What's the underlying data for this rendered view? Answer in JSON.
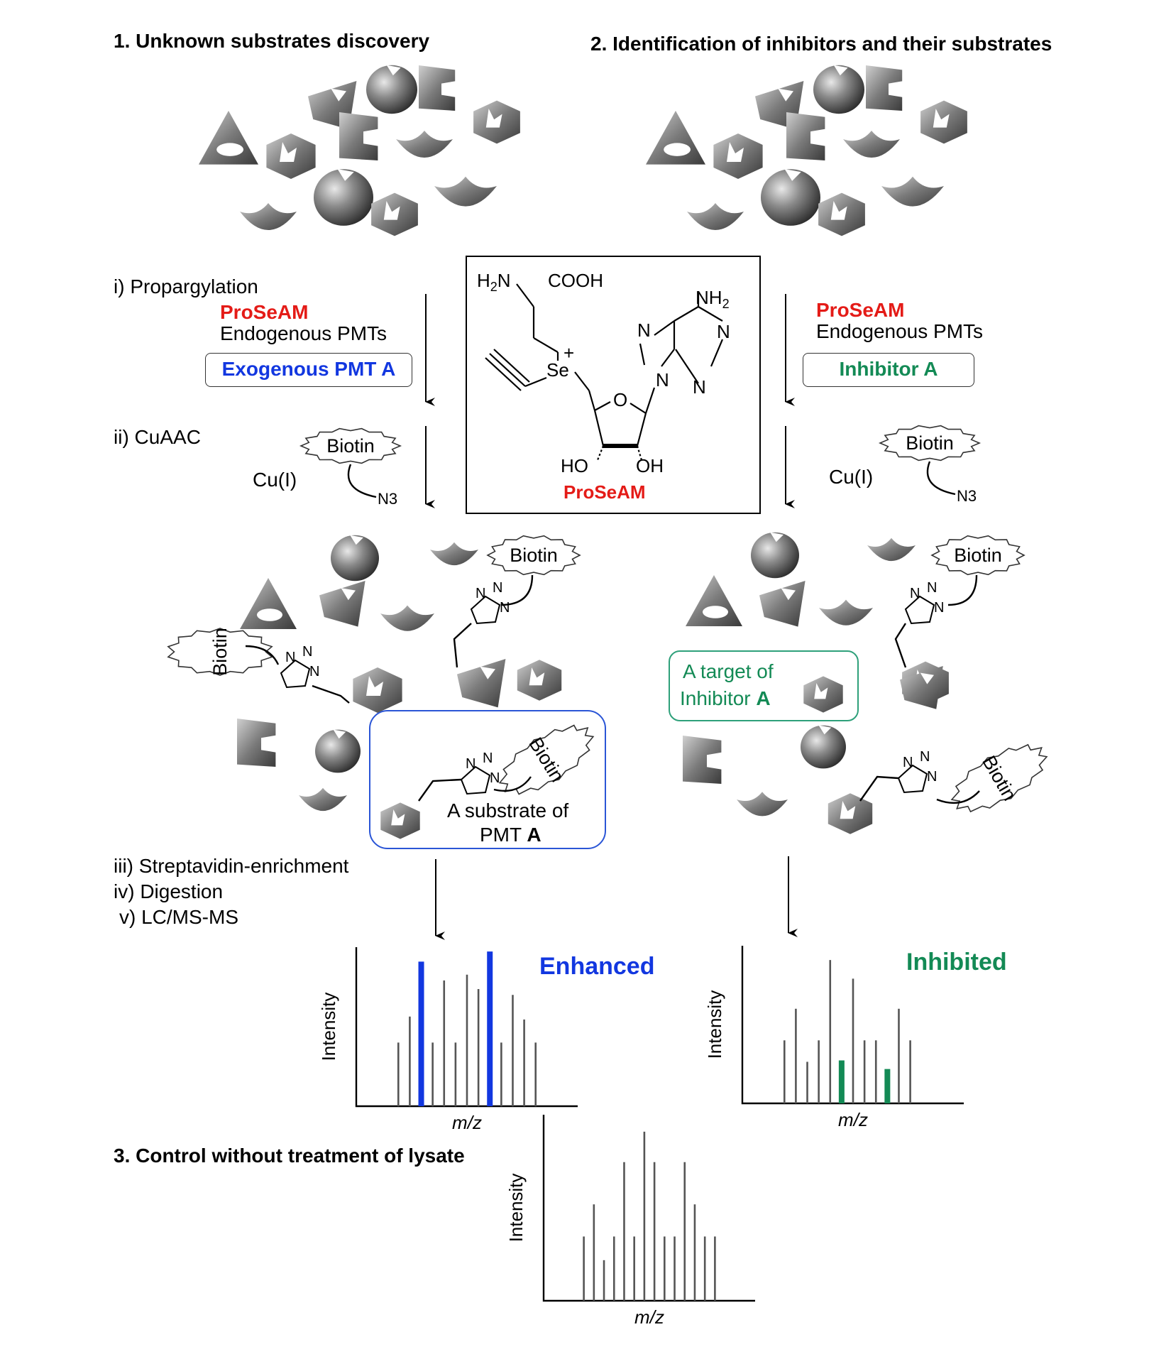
{
  "section1": {
    "title": "1. Unknown substrates discovery"
  },
  "section2": {
    "title": "2. Identification of inhibitors and their substrates"
  },
  "section3": {
    "title": "3. Control without treatment of lysate"
  },
  "steps": {
    "i": "i) Propargylation",
    "ii": "ii) CuAAC",
    "iii": "iii) Streptavidin-enrichment",
    "iv": "iv) Digestion",
    "v": "v) LC/MS-MS"
  },
  "left": {
    "proseam": "ProSeAM",
    "endogenous": "Endogenous PMTs",
    "exogenous_box": "Exogenous PMT A",
    "copper": "Cu(I)",
    "azide": "N3",
    "substrate_line1": "A substrate of",
    "substrate_line2_pre": "PMT ",
    "substrate_line2_bold": "A",
    "spectrum_label": "Enhanced"
  },
  "right": {
    "proseam": "ProSeAM",
    "endogenous": "Endogenous PMTs",
    "inhibitor_box": "Inhibitor A",
    "copper": "Cu(I)",
    "azide": "N3",
    "target_line1": "A target of",
    "target_line2_pre": "Inhibitor ",
    "target_line2_bold": "A",
    "spectrum_label": "Inhibited"
  },
  "structure": {
    "h2n": "H2N",
    "cooh": "COOH",
    "nh2": "NH2",
    "se": "Se",
    "plus": "+",
    "o": "O",
    "n": "N",
    "ho": "HO",
    "oh": "OH",
    "name": "ProSeAM"
  },
  "labels": {
    "biotin": "Biotin",
    "n": "N"
  },
  "axes": {
    "ylabel": "Intensity",
    "xlabel_m": "m",
    "xlabel_z": "/z"
  },
  "colors": {
    "red": "#e41b17",
    "blue": "#1237e0",
    "green": "#138a55",
    "protein": "#6e6e6e",
    "peak": "#555555"
  },
  "chart_data": [
    {
      "type": "bar",
      "title": "Enhanced",
      "ylabel": "Intensity",
      "xlabel": "m/z",
      "x": [
        1,
        2,
        3,
        4,
        5,
        6,
        7,
        8,
        9,
        10,
        11,
        12,
        13
      ],
      "series": [
        {
          "values": [
            0.44,
            0.62,
            0.0,
            0.44,
            0.87,
            0.44,
            0.91,
            0.81,
            0.0,
            0.44,
            0.77,
            0.6,
            0.44
          ]
        },
        {
          "values": [
            0.0,
            0.0,
            1.0,
            0.0,
            0.0,
            0.0,
            0.0,
            0.0,
            1.07,
            0.0,
            0.0,
            0.0,
            0.0
          ]
        }
      ],
      "ylim": [
        0,
        1.1
      ]
    },
    {
      "type": "bar",
      "title": "Inhibited",
      "ylabel": "Intensity",
      "xlabel": "m/z",
      "x": [
        1,
        2,
        3,
        4,
        5,
        6,
        7,
        8,
        9,
        10,
        11,
        12,
        13
      ],
      "series": [
        {
          "values": [
            0.44,
            0.66,
            0.29,
            0.44,
            1.0,
            0.0,
            0.87,
            0.44,
            0.44,
            0.0,
            0.66,
            0.44,
            0.0
          ]
        },
        {
          "values": [
            0.0,
            0.0,
            0.0,
            0.0,
            0.0,
            0.3,
            0.0,
            0.0,
            0.0,
            0.24,
            0.0,
            0.0,
            0.0
          ]
        }
      ],
      "ylim": [
        0,
        1.1
      ]
    },
    {
      "type": "bar",
      "title": "",
      "ylabel": "Intensity",
      "xlabel": "m/z",
      "x": [
        1,
        2,
        3,
        4,
        5,
        6,
        7,
        8,
        9,
        10,
        11,
        12,
        13,
        14
      ],
      "series": [
        {
          "values": [
            0.38,
            0.57,
            0.24,
            0.38,
            0.82,
            0.38,
            1.0,
            0.82,
            0.38,
            0.38,
            0.82,
            0.57,
            0.38,
            0.38
          ]
        }
      ],
      "ylim": [
        0,
        1.1
      ]
    }
  ]
}
